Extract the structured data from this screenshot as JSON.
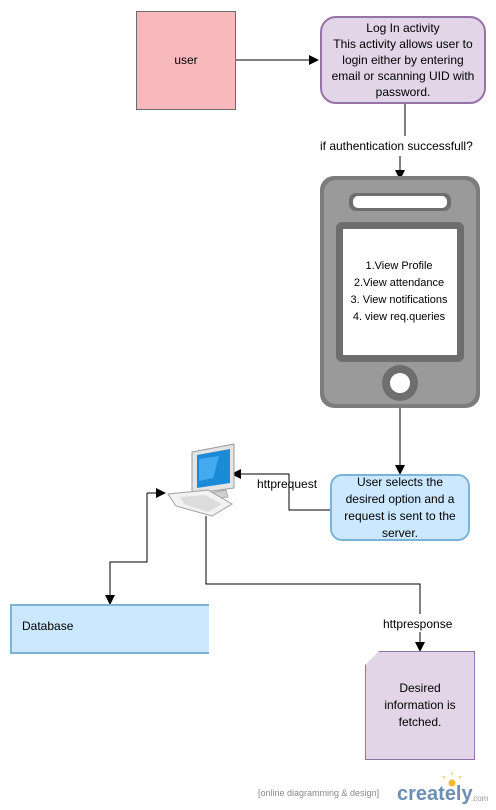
{
  "nodes": {
    "user": "user",
    "login": [
      "Log In activity",
      "This activity allows user to",
      "login either by entering",
      "email or scanning UID with",
      "password."
    ],
    "phone_menu": [
      "1.View Profile",
      "2.View attendance",
      "3. View notifications",
      "4. view req.queries"
    ],
    "request": [
      "User selects the",
      "desired option and a",
      "request is sent to the",
      "server."
    ],
    "database": "Database",
    "result": [
      "Desired",
      "information is",
      "fetched."
    ]
  },
  "edges": {
    "auth_label": "if authentication successfull?",
    "httprequest": "httprequest",
    "httpresponse": "httpresponse"
  },
  "footer": {
    "tagline": "[online diagramming & design]",
    "brand": "creately",
    "brand_suffix": ".com"
  },
  "colors": {
    "user_fill": "#f8b9bd",
    "activity_fill": "#e1d5e7",
    "activity_stroke": "#9673a6",
    "request_fill": "#cce8ff",
    "request_stroke": "#7ab3d6",
    "phone_body": "#8a8a8a"
  },
  "icons": [
    "mobile-phone-icon",
    "desktop-computer-icon",
    "creately-logo-icon"
  ]
}
